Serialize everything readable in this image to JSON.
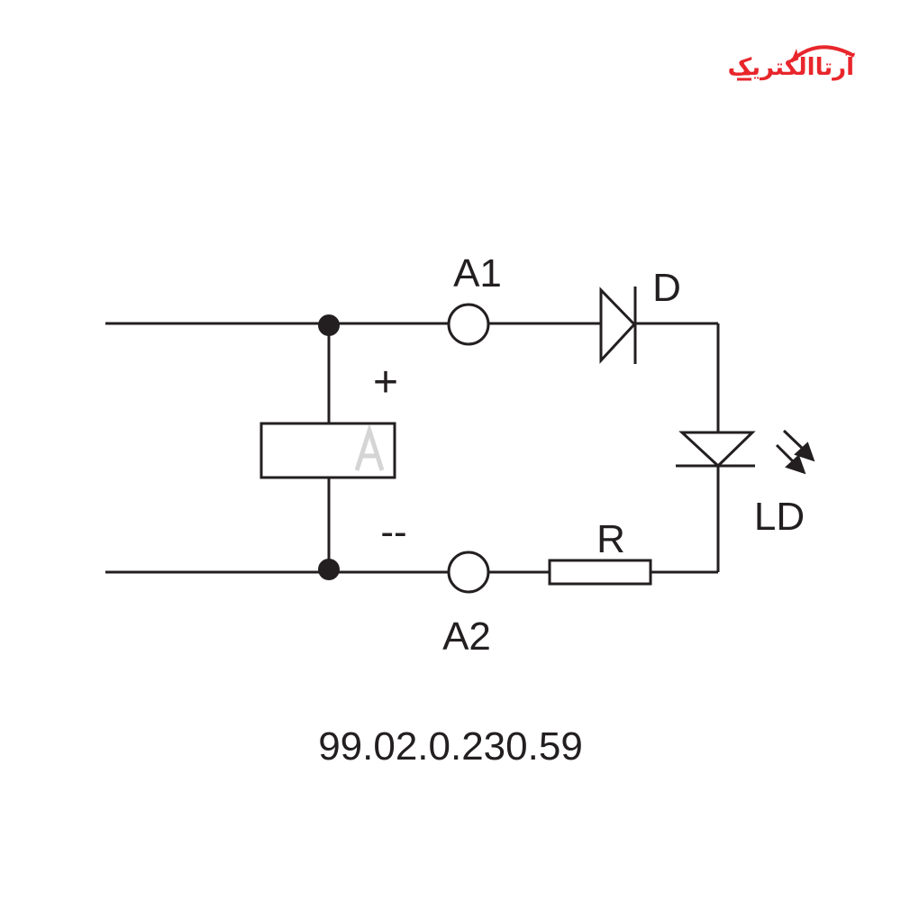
{
  "logo": {
    "text": "آرتاالکتریک",
    "color": "#e8262c"
  },
  "diagram": {
    "terminal_a1": "A1",
    "terminal_a2": "A2",
    "diode_label": "D",
    "led_label": "LD",
    "resistor_label": "R",
    "plus_label": "+",
    "minus_label": "--",
    "part_number": "99.02.0.230.59",
    "line_color": "#231f20"
  }
}
